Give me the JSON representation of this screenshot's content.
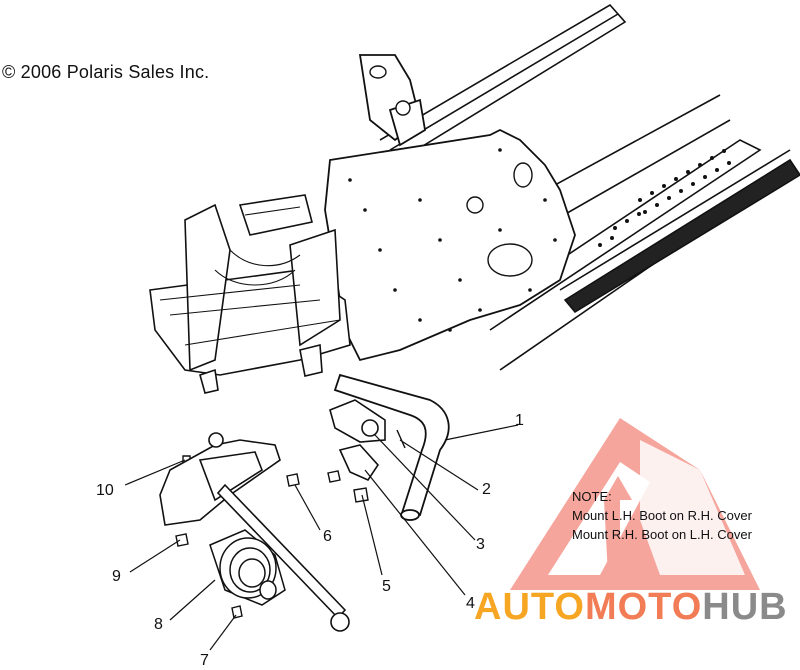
{
  "copyright": "© 2006 Polaris Sales Inc.",
  "callouts": [
    {
      "id": "1",
      "label": "1"
    },
    {
      "id": "2",
      "label": "2"
    },
    {
      "id": "3",
      "label": "3"
    },
    {
      "id": "4",
      "label": "4"
    },
    {
      "id": "5",
      "label": "5"
    },
    {
      "id": "6",
      "label": "6"
    },
    {
      "id": "7",
      "label": "7"
    },
    {
      "id": "8",
      "label": "8"
    },
    {
      "id": "9",
      "label": "9"
    },
    {
      "id": "10",
      "label": "10"
    }
  ],
  "note": {
    "heading": "NOTE:",
    "lines": [
      "Mount L.H. Boot on R.H. Cover",
      "Mount R.H. Boot on L.H. Cover"
    ]
  },
  "watermark": {
    "part1": "AUTO",
    "part2": "MOTO",
    "part3": "HUB",
    "colors": {
      "auto": "#f6a623",
      "moto": "#f27c55",
      "hub": "#8a8a8a",
      "logo": "#f2877a"
    }
  }
}
